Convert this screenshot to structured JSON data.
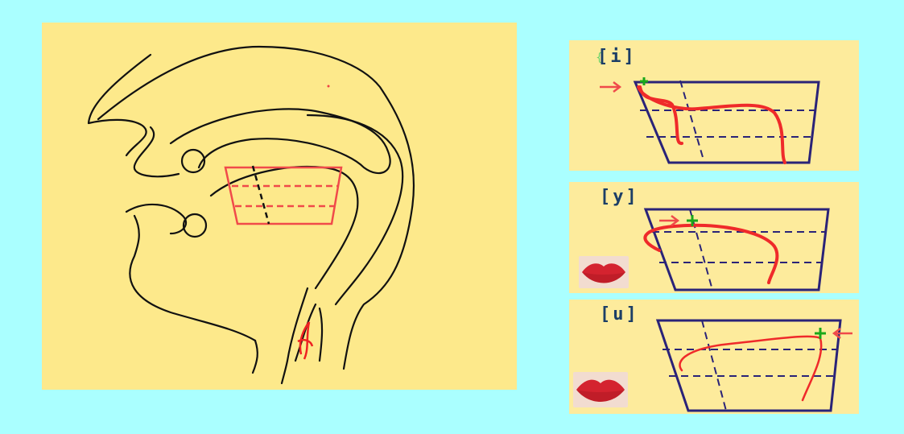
{
  "vowels": [
    {
      "label": "[i]",
      "rounded": false
    },
    {
      "label": "[y]",
      "rounded": true
    },
    {
      "label": "[u]",
      "rounded": true
    }
  ],
  "colors": {
    "background": "#aaffff",
    "panel": "#fde98b",
    "trapezoid_main": "#f04a4a",
    "trapezoid_chart": "#2a2378",
    "tongue_curve": "#ef2a2a",
    "marker": "#1aa81a"
  },
  "icons": {
    "start_marker": "plus-icon",
    "pointer": "arrow-right-icon",
    "lips": "lips-icon"
  }
}
